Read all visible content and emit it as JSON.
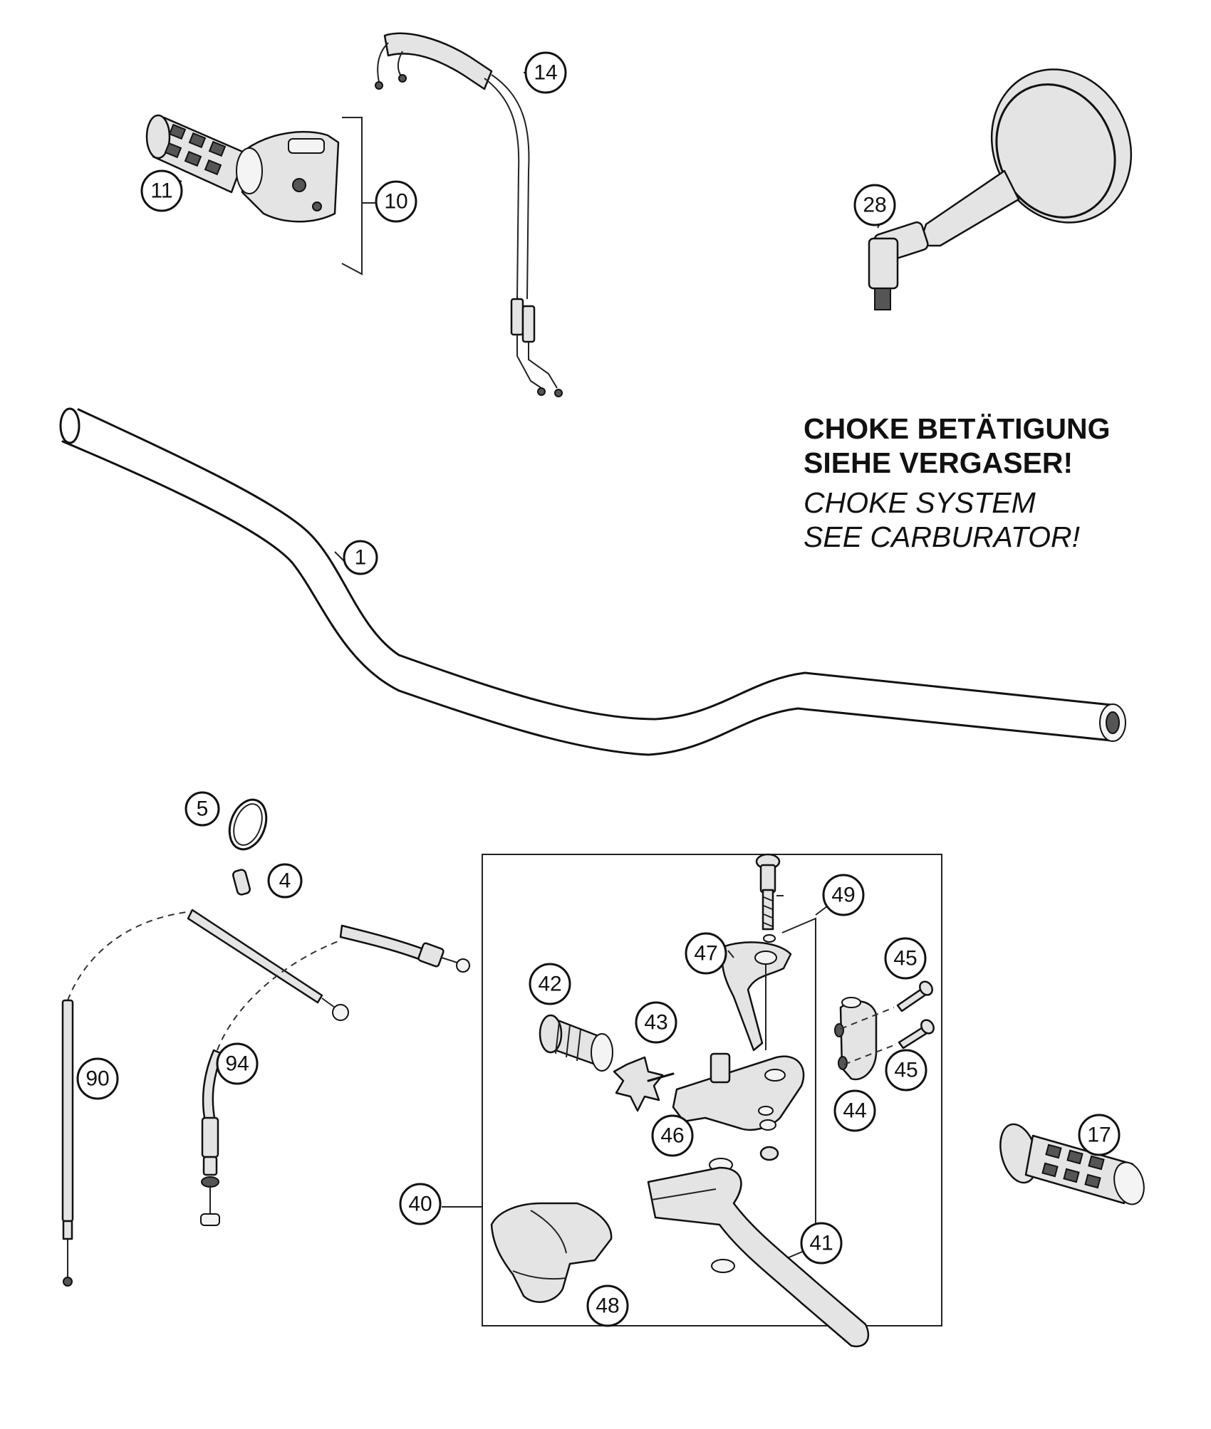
{
  "callouts": {
    "c1": "1",
    "c4": "4",
    "c5": "5",
    "c10": "10",
    "c11": "11",
    "c14": "14",
    "c17": "17",
    "c28": "28",
    "c40": "40",
    "c41": "41",
    "c42": "42",
    "c43": "43",
    "c44": "44",
    "c45a": "45",
    "c45b": "45",
    "c46": "46",
    "c47": "47",
    "c48": "48",
    "c49": "49",
    "c90": "90",
    "c94": "94"
  },
  "note": {
    "german_line1": "CHOKE BETÄTIGUNG",
    "german_line2": "SIEHE VERGASER!",
    "english_line1": "CHOKE SYSTEM",
    "english_line2": "SEE CARBURATOR!"
  }
}
